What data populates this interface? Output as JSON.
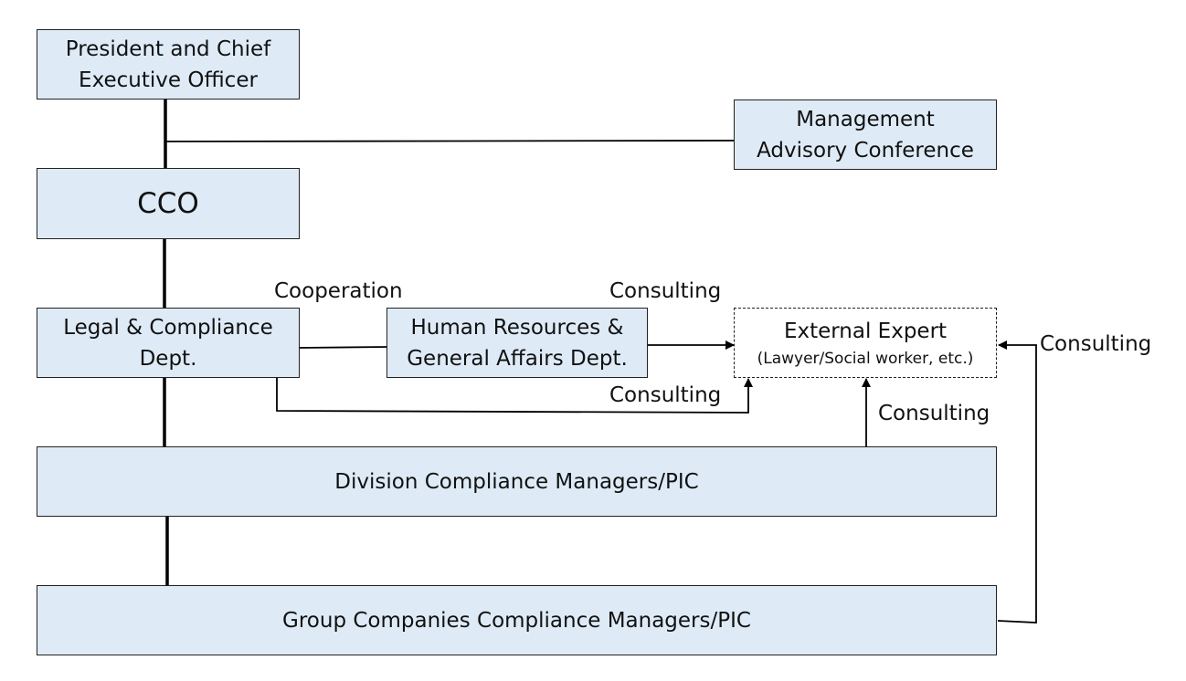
{
  "nodes": {
    "president": {
      "lines": [
        "President and Chief",
        "Executive Officer"
      ]
    },
    "advisory": {
      "lines": [
        "Management",
        "Advisory Conference"
      ]
    },
    "cco": {
      "lines": [
        "CCO"
      ]
    },
    "legal": {
      "lines": [
        "Legal & Compliance",
        "Dept."
      ]
    },
    "hr": {
      "lines": [
        "Human Resources &",
        "General Affairs Dept."
      ]
    },
    "external": {
      "lines": [
        "External Expert"
      ],
      "sub": "(Lawyer/Social worker, etc.)"
    },
    "division": {
      "lines": [
        "Division Compliance Managers/PIC"
      ]
    },
    "group": {
      "lines": [
        "Group Companies Compliance Managers/PIC"
      ]
    }
  },
  "labels": {
    "cooperation": "Cooperation",
    "consulting_hr": "Consulting",
    "consulting_legal": "Consulting",
    "consulting_division": "Consulting",
    "consulting_group": "Consulting"
  },
  "colors": {
    "box_fill": "#deebf7",
    "line": "#000000"
  }
}
